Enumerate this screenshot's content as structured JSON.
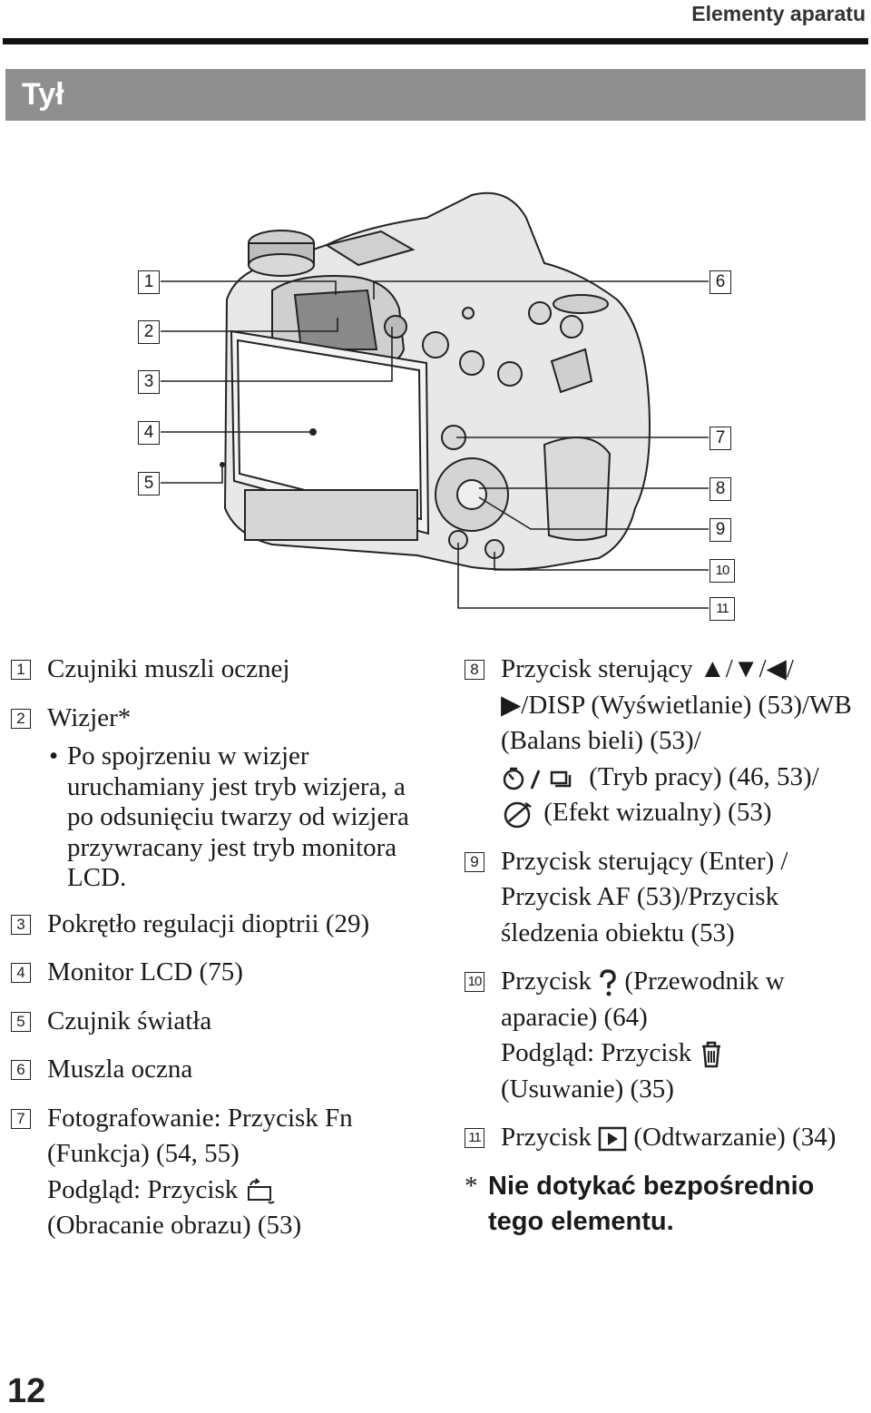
{
  "header": {
    "title": "Elementy aparatu"
  },
  "section": {
    "title": "Tył"
  },
  "figure": {
    "callouts": [
      "1",
      "2",
      "3",
      "4",
      "5",
      "6",
      "7",
      "8",
      "9",
      "10",
      "11"
    ]
  },
  "items_left": [
    {
      "num": "1",
      "text": "Czujniki muszli ocznej"
    },
    {
      "num": "2",
      "text": "Wizjer*"
    },
    {
      "bullet": "Po spojrzeniu w wizjer uruchamiany jest tryb wizjera, a po odsunięciu twarzy od wizjera przywracany jest tryb monitora LCD."
    },
    {
      "num": "3",
      "text": "Pokrętło regulacji dioptrii (29)"
    },
    {
      "num": "4",
      "text": "Monitor LCD (75)"
    },
    {
      "num": "5",
      "text": "Czujnik światła"
    },
    {
      "num": "6",
      "text": "Muszla oczna"
    },
    {
      "num": "7",
      "line1": "Fotografowanie: Przycisk Fn (Funkcja) (54, 55)",
      "line2a": "Podgląd: Przycisk",
      "line2b": "(Obracanie obrazu) (53)"
    }
  ],
  "items_right": [
    {
      "num": "8",
      "line1": "Przycisk sterujący ▲/▼/◀/▶/DISP (Wyświetlanie) (53)/WB (Balans bieli) (53)/",
      "line2": "(Tryb pracy) (46, 53)/",
      "line3": "(Efekt wizualny) (53)"
    },
    {
      "num": "9",
      "text": "Przycisk sterujący (Enter) / Przycisk AF (53)/Przycisk śledzenia obiektu (53)"
    },
    {
      "num": "10",
      "line1a": "Przycisk",
      "line1b": "(Przewodnik w aparacie) (64)",
      "line2a": "Podgląd: Przycisk",
      "line2b": "(Usuwanie) (35)"
    },
    {
      "num": "11",
      "line1a": "Przycisk",
      "line1b": "(Odtwarzanie) (34)"
    }
  ],
  "note": {
    "star": "*",
    "text": "Nie dotykać bezpośrednio tego elementu."
  },
  "page_number": "12"
}
